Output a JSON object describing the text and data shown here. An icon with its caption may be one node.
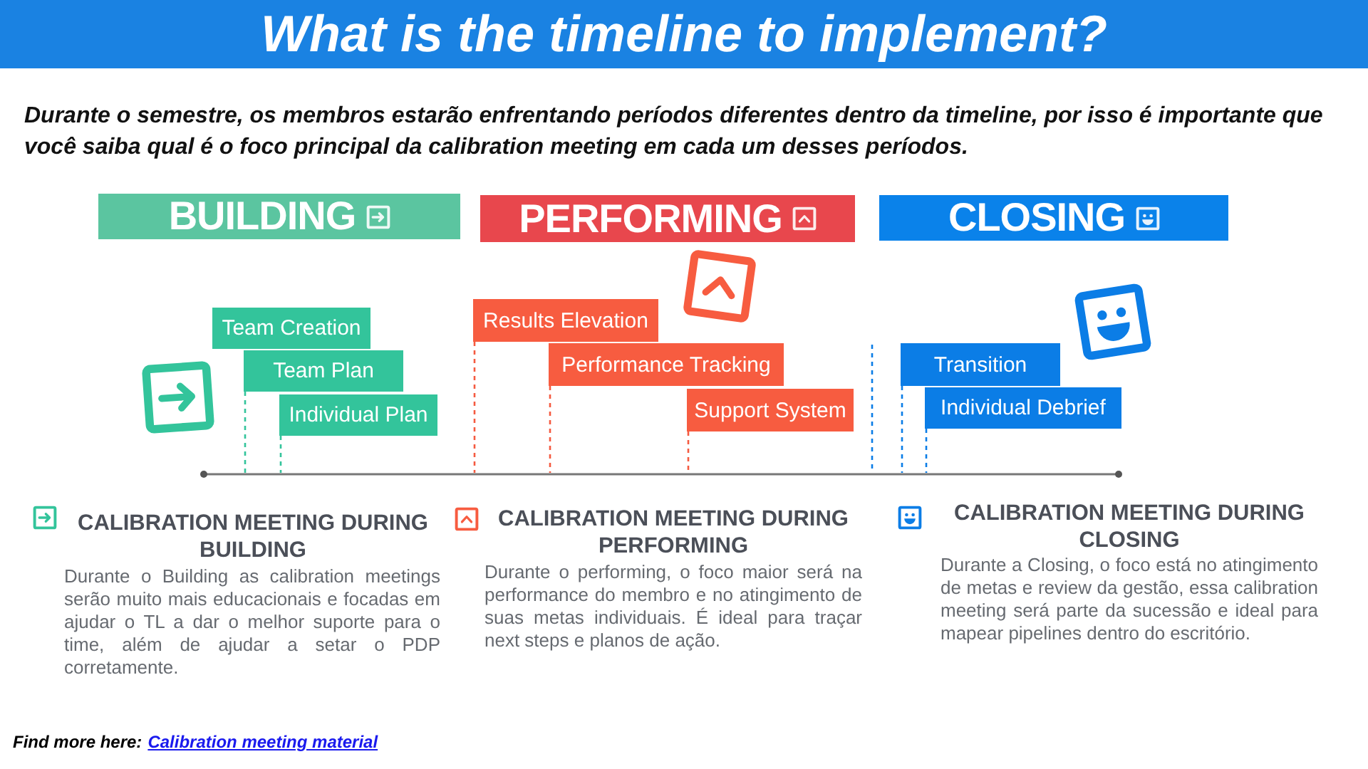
{
  "diagram": {
    "title": "What is the timeline to implement?",
    "nodes": [
      {
        "text": [
          "BUILDING"
        ]
      },
      {
        "text": [
          "PERFORMING"
        ]
      },
      {
        "text": [
          "CLOSING"
        ]
      },
      {
        "text": [
          "Team Creation"
        ]
      },
      {
        "text": [
          "Team Plan"
        ]
      },
      {
        "text": [
          "Individual Plan"
        ]
      },
      {
        "text": [
          "Results Elevation"
        ]
      },
      {
        "text": [
          "Performance Tracking"
        ]
      },
      {
        "text": [
          "Support System"
        ]
      },
      {
        "text": [
          "Transition"
        ]
      },
      {
        "text": [
          "Individual Debrief"
        ]
      }
    ],
    "edges": [
      {
        "from": 4,
        "to": null,
        "arrow": "none",
        "style": "dashed",
        "color": "#33c49b"
      },
      {
        "from": 5,
        "to": null,
        "arrow": "none",
        "style": "dashed",
        "color": "#33c49b"
      },
      {
        "from": 6,
        "to": null,
        "arrow": "none",
        "style": "dashed",
        "color": "#f55a40"
      },
      {
        "from": 7,
        "to": null,
        "arrow": "none",
        "style": "dashed",
        "color": "#f55a40"
      },
      {
        "from": 8,
        "to": null,
        "arrow": "none",
        "style": "dashed",
        "color": "#f55a40"
      },
      {
        "from": 9,
        "to": null,
        "arrow": "none",
        "style": "dashed",
        "color": "#0b7de6"
      },
      {
        "from": 10,
        "to": null,
        "arrow": "none",
        "style": "dashed",
        "color": "#0b7de6"
      }
    ],
    "labels": [
      "Durante o semestre, os membros estarão enfrentando períodos diferentes dentro da timeline, por isso é importante que você saiba qual é o foco principal da calibration meeting em cada um desses períodos.",
      "CALIBRATION MEETING DURING BUILDING",
      "Durante o Building as calibration meetings serão muito mais educacionais e focadas em ajudar o TL a dar o melhor suporte para o time, além de ajudar a setar o PDP corretamente.",
      "CALIBRATION MEETING DURING PERFORMING",
      "Durante o performing, o foco maior será na performance do membro e no atingimento de suas metas individuais. É ideal para traçar next steps e planos de ação.",
      "CALIBRATION MEETING DURING CLOSING",
      "Durante a Closing, o foco está no atingimento de metas e review da gestão, essa calibration meeting será parte da sucessão e ideal para mapear pipelines dentro do escritório.",
      "Find more here:",
      "Calibration meeting material"
    ]
  }
}
